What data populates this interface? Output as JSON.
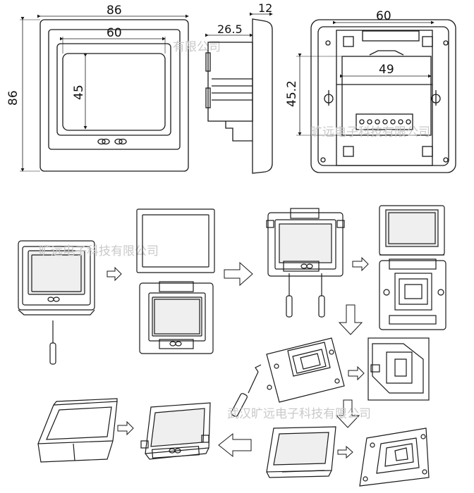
{
  "dimensions": {
    "front_width": "86",
    "front_height": "86",
    "screen_width": "60",
    "screen_height": "45",
    "side_depth_back": "26.5",
    "side_depth_front": "12",
    "back_mount_width": "60",
    "back_module_width": "49",
    "back_mount_height": "45.2"
  },
  "watermark": {
    "top": "有限公司",
    "back": "旷远电子科技有限公司",
    "step1": "旷远电子科技有限公司",
    "bottom": "武汉旷远电子科技有限公司"
  },
  "colors": {
    "line": "#1a1a1a",
    "screen": "#efefef",
    "arrow_fill": "#ffffff",
    "watermark": "#c9c9c9"
  }
}
